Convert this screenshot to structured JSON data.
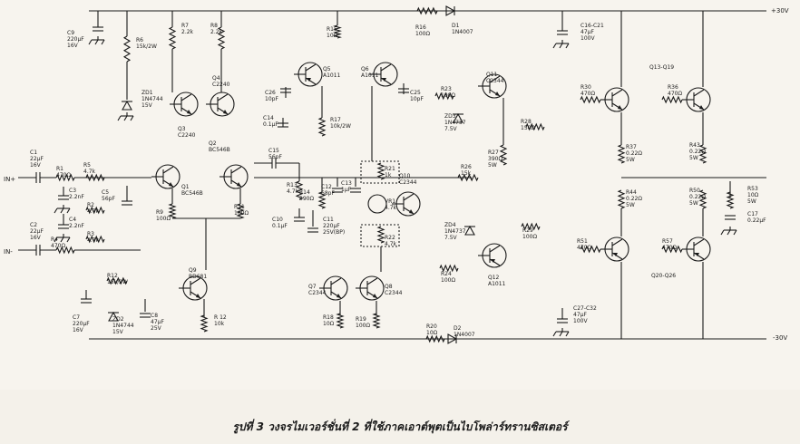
{
  "caption": "รูปที่ 3 วงจรไมเวอร์ชั่นที่ 2 ที่ใช้ภาคเอาต์พุตเป็นไบโพล่าร์ทรานซิสเตอร์",
  "rails": {
    "pos": "+30V",
    "neg": "-30V"
  },
  "ports": {
    "in_pos": "IN+",
    "in_neg": "IN-"
  },
  "components": {
    "C9": [
      "C9",
      "220μF",
      "16V"
    ],
    "R6": [
      "R6",
      "15k/2W"
    ],
    "R7": [
      "R7",
      "2.2k"
    ],
    "R8": [
      "R8",
      "2.2k"
    ],
    "R15": [
      "R15",
      "10Ω"
    ],
    "R16": [
      "R16",
      "100Ω"
    ],
    "D1": [
      "D1",
      "1N4007"
    ],
    "C16": [
      "C16-C21",
      "47μF",
      "100V"
    ],
    "ZD1": [
      "ZD1",
      "1N4744",
      "15V"
    ],
    "Q3": [
      "Q3",
      "C2240"
    ],
    "Q4": [
      "Q4",
      "C2240"
    ],
    "C26": [
      "C26",
      "10pF"
    ],
    "Q5": [
      "Q5",
      "A1011"
    ],
    "Q6": [
      "Q6",
      "A1011"
    ],
    "C25": [
      "C25",
      "10pF"
    ],
    "Q11": [
      "Q11",
      "C2344"
    ],
    "R30": [
      "R30",
      "470Ω"
    ],
    "R36": [
      "R36",
      "470Ω"
    ],
    "Q13": [
      "Q13-Q19"
    ],
    "R23": [
      "R23",
      "100Ω"
    ],
    "ZD3": [
      "ZD3",
      "1N4737",
      "7.5V"
    ],
    "R28": [
      "R28",
      "150Ω"
    ],
    "C14": [
      "C14",
      "0.1μF"
    ],
    "R17": [
      "R17",
      "10k/2W"
    ],
    "C1": [
      "C1",
      "22μF",
      "16V"
    ],
    "R1": [
      "R1",
      "470Ω"
    ],
    "R5": [
      "R5",
      "4.7k"
    ],
    "C3": [
      "C3",
      "2.2nF"
    ],
    "R2": [
      "R2",
      "4.7k"
    ],
    "Q1": [
      "Q1",
      "BC546B"
    ],
    "Q2": [
      "Q2",
      "BC546B"
    ],
    "C15": [
      "C15",
      "56pF"
    ],
    "R21": [
      "R21",
      "1k"
    ],
    "R27": [
      "R27",
      "390Ω",
      "5W"
    ],
    "R37": [
      "R37",
      "0.22Ω",
      "5W"
    ],
    "R43": [
      "R43",
      "0.22Ω",
      "5W"
    ],
    "Q10": [
      "Q10",
      "C2344"
    ],
    "VR1": [
      "VR1",
      "4.7k"
    ],
    "R26": [
      "R26",
      "15k"
    ],
    "C4": [
      "C4",
      "2.2nF"
    ],
    "C5": [
      "C5",
      "56pF"
    ],
    "R3": [
      "R3",
      "4.7k"
    ],
    "R9": [
      "R9",
      "100Ω"
    ],
    "R11": [
      "R11",
      "100Ω"
    ],
    "R13": [
      "R13",
      "4.7k"
    ],
    "R14": [
      "R14",
      "390Ω"
    ],
    "C12": [
      "C12",
      "68pF"
    ],
    "C13": [
      "C13",
      "1μF"
    ],
    "R44": [
      "R44",
      "0.22Ω",
      "5W"
    ],
    "R50": [
      "R50",
      "0.22Ω",
      "5W"
    ],
    "R53": [
      "R53",
      "10Ω",
      "5W"
    ],
    "C2": [
      "C2",
      "22μF",
      "16V"
    ],
    "R4": [
      "R4",
      "470Ω"
    ],
    "R3b": [
      "R3",
      "4.7k"
    ],
    "C10": [
      "C10",
      "0.1μF"
    ],
    "C11": [
      "C11",
      "220μF",
      "25V(BP)"
    ],
    "R22": [
      "R22",
      "4.7k"
    ],
    "ZD4": [
      "ZD4",
      "1N4737",
      "7.5V"
    ],
    "R29": [
      "R29",
      "100Ω"
    ],
    "C17": [
      "C17",
      "0.22μF"
    ],
    "R51": [
      "R51",
      "470Ω"
    ],
    "R57": [
      "R57",
      "470Ω"
    ],
    "R24": [
      "R24",
      "100Ω"
    ],
    "Q12": [
      "Q12",
      "A1011"
    ],
    "Q20": [
      "Q20-Q26"
    ],
    "R12": [
      "R12",
      "15k/2W"
    ],
    "Q9": [
      "Q9",
      "BD681"
    ],
    "Q7": [
      "Q7",
      "C2344"
    ],
    "Q8": [
      "Q8",
      "C2344"
    ],
    "C27": [
      "C27-C32",
      "47μF",
      "100V"
    ],
    "C7": [
      "C7",
      "220μF",
      "16V"
    ],
    "ZD2": [
      "ZD2",
      "1N4744",
      "15V"
    ],
    "C8": [
      "C8",
      "47μF",
      "25V"
    ],
    "R12b": [
      "R 12",
      "10k"
    ],
    "R18": [
      "R18",
      "10Ω"
    ],
    "R19": [
      "R19",
      "100Ω"
    ],
    "R20": [
      "R20",
      "10Ω"
    ],
    "D2": [
      "D2",
      "1N4007"
    ]
  }
}
